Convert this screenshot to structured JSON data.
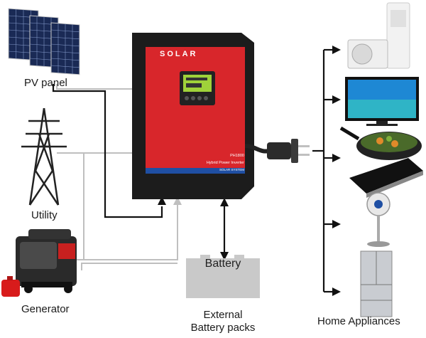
{
  "labels": {
    "pv_panel": "PV panel",
    "utility": "Utility",
    "generator": "Generator",
    "battery": "Battery",
    "external_battery_line1": "External",
    "external_battery_line2": "Battery packs",
    "home_appliances": "Home Appliances"
  },
  "inverter": {
    "brand": "SOLAR",
    "model": "PH1800",
    "description": "Hybrid Power Inverter",
    "stripe_text": "SOLAR SYSTEM"
  },
  "colors": {
    "inverter_red": "#d8262b",
    "inverter_dark": "#1c1c1c",
    "stripe_blue": "#1f4fa3",
    "lcd_green": "#9fd23a",
    "wire_gray": "#bfbfbf",
    "wire_black": "#111111",
    "battery_fill": "#c9c9c9"
  },
  "icons": [
    "solar-panel-icon",
    "transmission-tower-icon",
    "generator-icon",
    "air-conditioner-icon",
    "tv-icon",
    "induction-cooker-icon",
    "fan-icon",
    "refrigerator-icon"
  ]
}
